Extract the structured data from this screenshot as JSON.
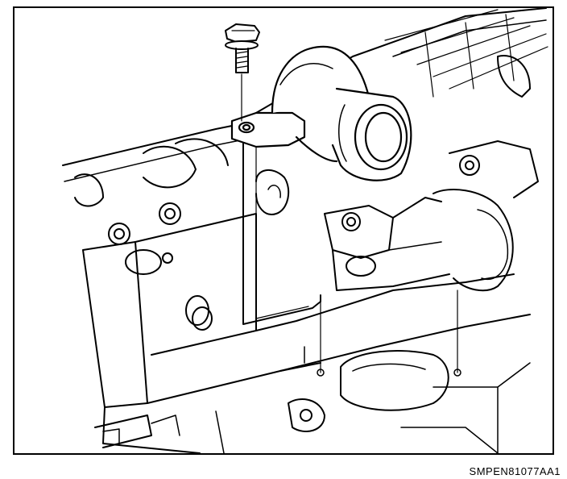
{
  "figure": {
    "code": "SMPEN81077AA1",
    "ink_color": "#000000",
    "paper_color": "#ffffff"
  },
  "parts": [
    {
      "name": "bolt",
      "icon": "bolt-icon"
    },
    {
      "name": "water-outlet",
      "icon": "water-outlet-icon"
    },
    {
      "name": "gasket",
      "icon": "gasket-icon"
    },
    {
      "name": "engine-block",
      "icon": "engine-block-icon"
    }
  ]
}
